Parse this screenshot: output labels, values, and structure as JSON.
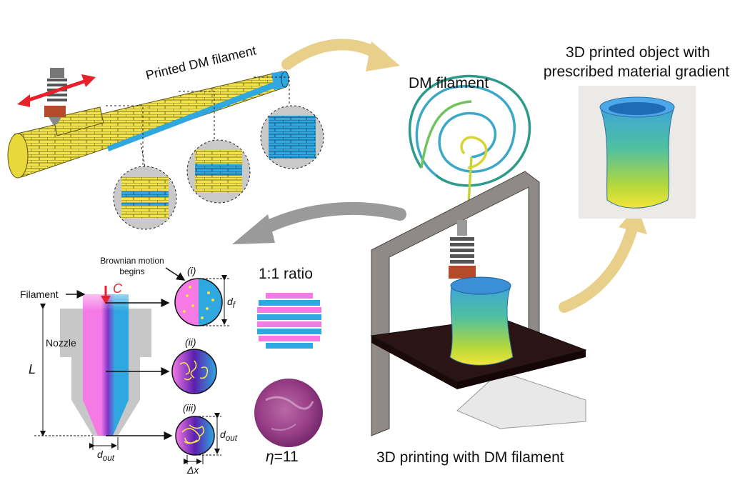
{
  "labels": {
    "printed_dm_filament": "Printed DM filament",
    "dm_filament": "DM filament",
    "object_title_line1": "3D printed object with",
    "object_title_line2": "prescribed material gradient",
    "printing_caption": "3D printing with DM filament",
    "brownian_line1": "Brownian motion",
    "brownian_line2": "begins",
    "filament": "Filament",
    "nozzle": "Nozzle",
    "c_symbol": "C",
    "length_symbol": "L",
    "d_out_bottom": "d",
    "d_out_bottom_sub": "out",
    "stage_i": "(i)",
    "stage_ii": "(ii)",
    "stage_iii": "(iii)",
    "d_f": "d",
    "d_f_sub": "f",
    "d_out_side": "d",
    "d_out_side_sub": "out",
    "delta_x": "Δx",
    "ratio": "1:1 ratio",
    "eta_symbol": "η",
    "eta_value": "=11"
  },
  "colors": {
    "yellow": "#f2e34a",
    "blue": "#2fa7e0",
    "pink": "#f57ae6",
    "purple": "#5a1fb0",
    "arrow_gold": "#e8cf8a",
    "arrow_gray": "#9a9a9a",
    "red": "#e8202a",
    "frame": "#8f8a87",
    "bed": "#2a1414"
  }
}
